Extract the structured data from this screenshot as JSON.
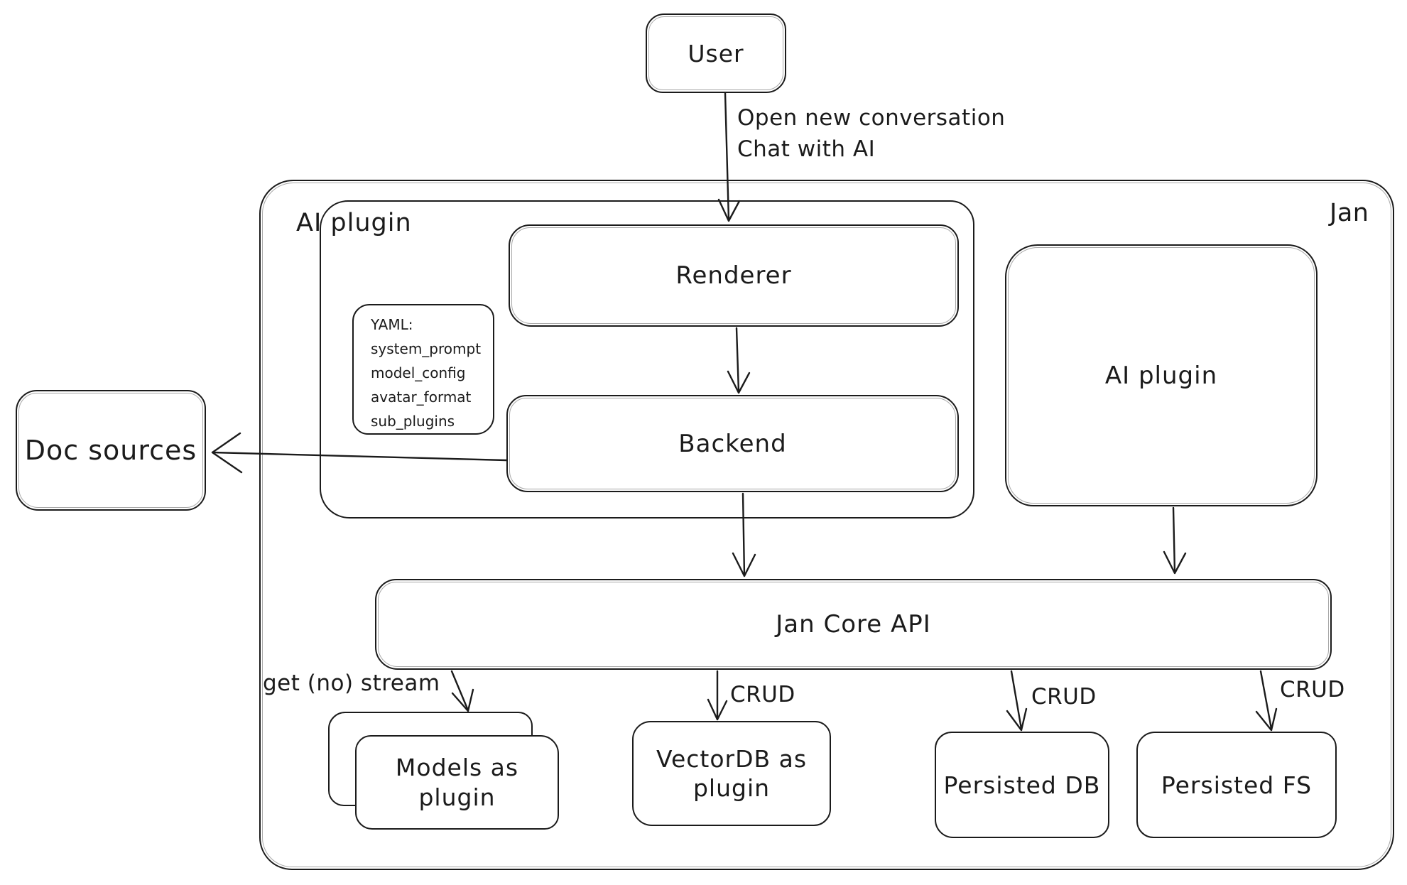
{
  "diagram": {
    "outer_label": "Jan",
    "nodes": {
      "user": "User",
      "ai_plugin_left": "AI plugin",
      "renderer": "Renderer",
      "backend": "Backend",
      "doc_sources": "Doc sources",
      "ai_plugin_right": "AI plugin",
      "jan_core_api": "Jan Core API",
      "models_plugin": "Models as plugin",
      "vectordb_plugin": "VectorDB as plugin",
      "persisted_db": "Persisted DB",
      "persisted_fs": "Persisted FS"
    },
    "yaml_note": {
      "lines": [
        "YAML:",
        "system_prompt",
        "model_config",
        "avatar_format",
        "sub_plugins"
      ]
    },
    "edge_labels": {
      "user_flow_line1": "Open new conversation",
      "user_flow_line2": "Chat with AI",
      "stream": "get (no) stream",
      "crud_vectordb": "CRUD",
      "crud_persisted_db": "CRUD",
      "crud_persisted_fs": "CRUD"
    },
    "colors": {
      "stroke": "#1b1b1b",
      "background": "#ffffff"
    }
  }
}
